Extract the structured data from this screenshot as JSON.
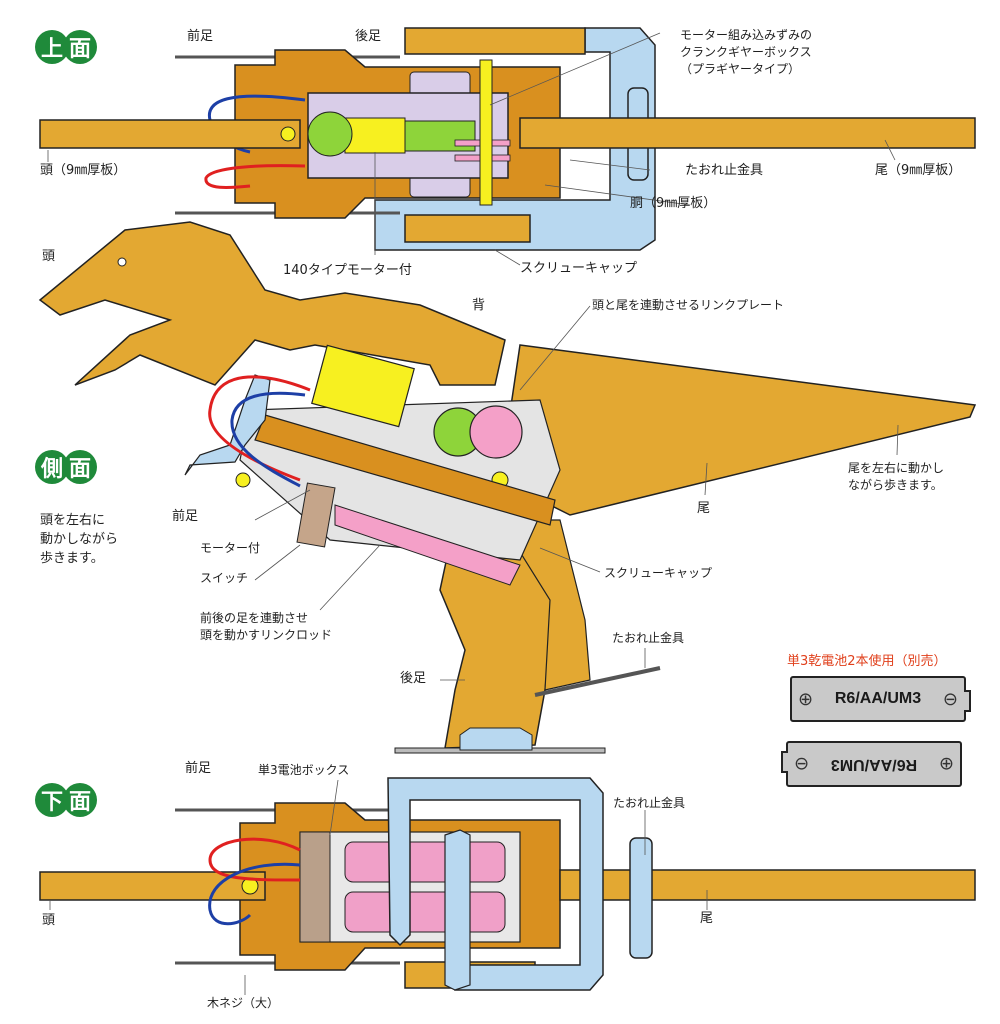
{
  "sections": {
    "top": {
      "badge": [
        "上",
        "面"
      ],
      "labels": {
        "front_leg": "前足",
        "rear_leg": "後足",
        "gearbox": "モーター組み込みずみの\nクランクギヤーボックス\n（プラギヤータイプ）",
        "head": "頭（9㎜厚板）",
        "fall_stopper": "たおれ止金具",
        "tail": "尾（9㎜厚板）",
        "body": "胴（9㎜厚板）",
        "motor": "140タイプモーター付",
        "screw_cap": "スクリューキャップ"
      }
    },
    "side": {
      "badge": [
        "側",
        "面"
      ],
      "note": "頭を左右に\n動かしながら\n歩きます。",
      "labels": {
        "head": "頭",
        "back": "背",
        "link_plate": "頭と尾を連動させるリンクプレート",
        "tail_note": "尾を左右に動かし\nながら歩きます。",
        "tail": "尾",
        "front_leg": "前足",
        "motor_attached": "モーター付",
        "switch": "スイッチ",
        "screw_cap": "スクリューキャップ",
        "link_rod": "前後の足を連動させ\n頭を動かすリンクロッド",
        "fall_stopper": "たおれ止金具",
        "rear_leg": "後足"
      }
    },
    "bottom": {
      "badge": [
        "下",
        "面"
      ],
      "labels": {
        "front_leg": "前足",
        "battery_box": "単3電池ボックス",
        "head": "頭",
        "fall_stopper": "たおれ止金具",
        "tail": "尾",
        "wood_screw": "木ネジ（大）"
      }
    }
  },
  "batteries": {
    "title": "単3乾電池2本使用（別売）",
    "label": "R6/AA/UM3",
    "plus": "⊕",
    "minus": "⊖"
  },
  "colors": {
    "wood": "#e3a832",
    "wood_dark": "#d9901f",
    "metal_blue": "#b8d8f0",
    "motor_yellow": "#f7f020",
    "gear_green": "#8ed43a",
    "gear_pink": "#f4a0c8",
    "badge_green": "#1f8a3a",
    "accent_red": "#e0401c"
  }
}
